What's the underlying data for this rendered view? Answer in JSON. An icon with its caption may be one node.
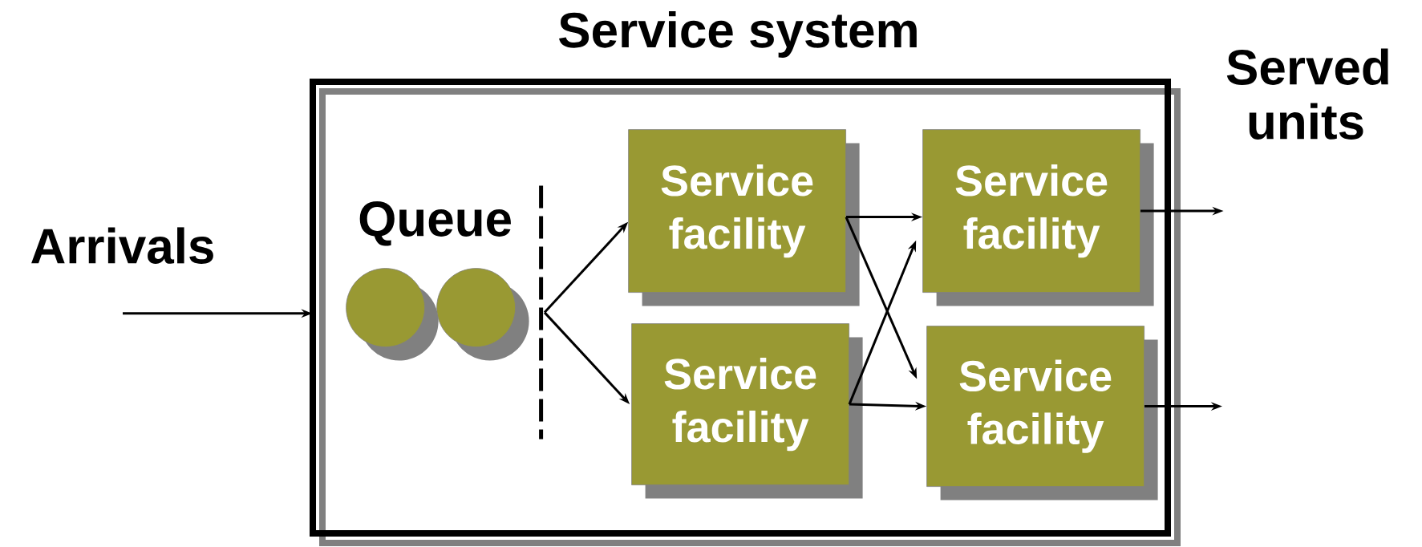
{
  "diagram": {
    "nodes": [
      {
        "text": [
          "Service system"
        ]
      },
      {
        "text": [
          "Arrivals"
        ]
      },
      {
        "text": [
          "Queue"
        ],
        "in": 0
      },
      {
        "text": [],
        "shape": "circle",
        "in": 0
      },
      {
        "text": [],
        "shape": "circle",
        "in": 0
      },
      {
        "text": [],
        "shape": "bar",
        "in": 0
      },
      {
        "text": [
          "Service facility"
        ],
        "in": 0
      },
      {
        "text": [
          "Service facility"
        ],
        "in": 0
      },
      {
        "text": [
          "Service facility"
        ],
        "in": 0
      },
      {
        "text": [
          "Service facility"
        ],
        "in": 0
      },
      {
        "text": [
          "Served units"
        ]
      }
    ],
    "edges": [
      {
        "from": 1,
        "to": 0,
        "arrow": "to"
      },
      {
        "from": 5,
        "to": 6,
        "arrow": "to"
      },
      {
        "from": 5,
        "to": 7,
        "arrow": "to"
      },
      {
        "from": 6,
        "to": 8,
        "arrow": "to"
      },
      {
        "from": 6,
        "to": 9,
        "arrow": "to"
      },
      {
        "from": 7,
        "to": 8,
        "arrow": "to"
      },
      {
        "from": 7,
        "to": 9,
        "arrow": "to"
      },
      {
        "from": 8,
        "to": 10,
        "arrow": "to"
      },
      {
        "from": 9,
        "to": null,
        "arrow": "to"
      }
    ]
  }
}
